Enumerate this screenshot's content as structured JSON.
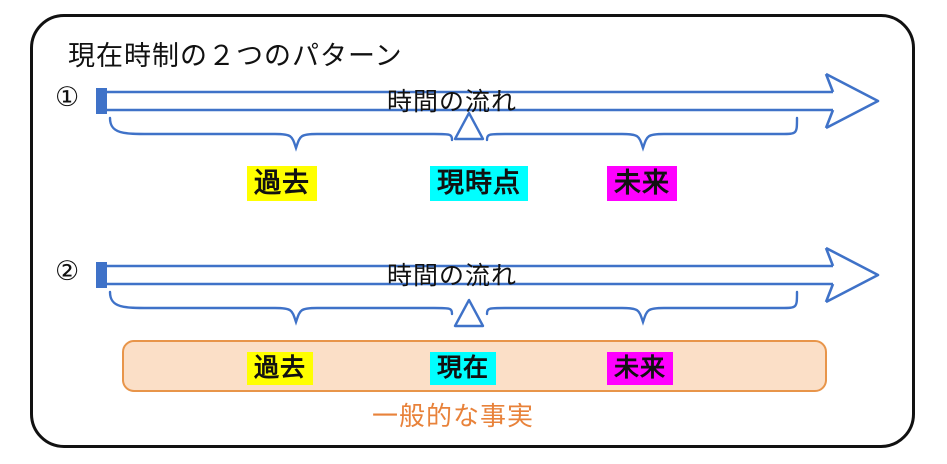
{
  "diagram": {
    "title": "現在時制の２つのパターン",
    "border_color": "#111111",
    "arrow_color": "#3f72c8",
    "brace_color": "#3f72c8",
    "band_fill": "#fbdfc7",
    "band_border": "#e8954a",
    "band_label_color": "#e8823a",
    "rows": [
      {
        "marker": "①",
        "flow_label": "時間の流れ",
        "tags": [
          {
            "text": "過去",
            "highlight": "#ffff00"
          },
          {
            "text": "現時点",
            "highlight": "#00ffff"
          },
          {
            "text": "未来",
            "highlight": "#ff00ff"
          }
        ]
      },
      {
        "marker": "②",
        "flow_label": "時間の流れ",
        "tags": [
          {
            "text": "過去",
            "highlight": "#ffff00"
          },
          {
            "text": "現在",
            "highlight": "#00ffff"
          },
          {
            "text": "未来",
            "highlight": "#ff00ff"
          }
        ],
        "band_label": "一般的な事実"
      }
    ]
  }
}
